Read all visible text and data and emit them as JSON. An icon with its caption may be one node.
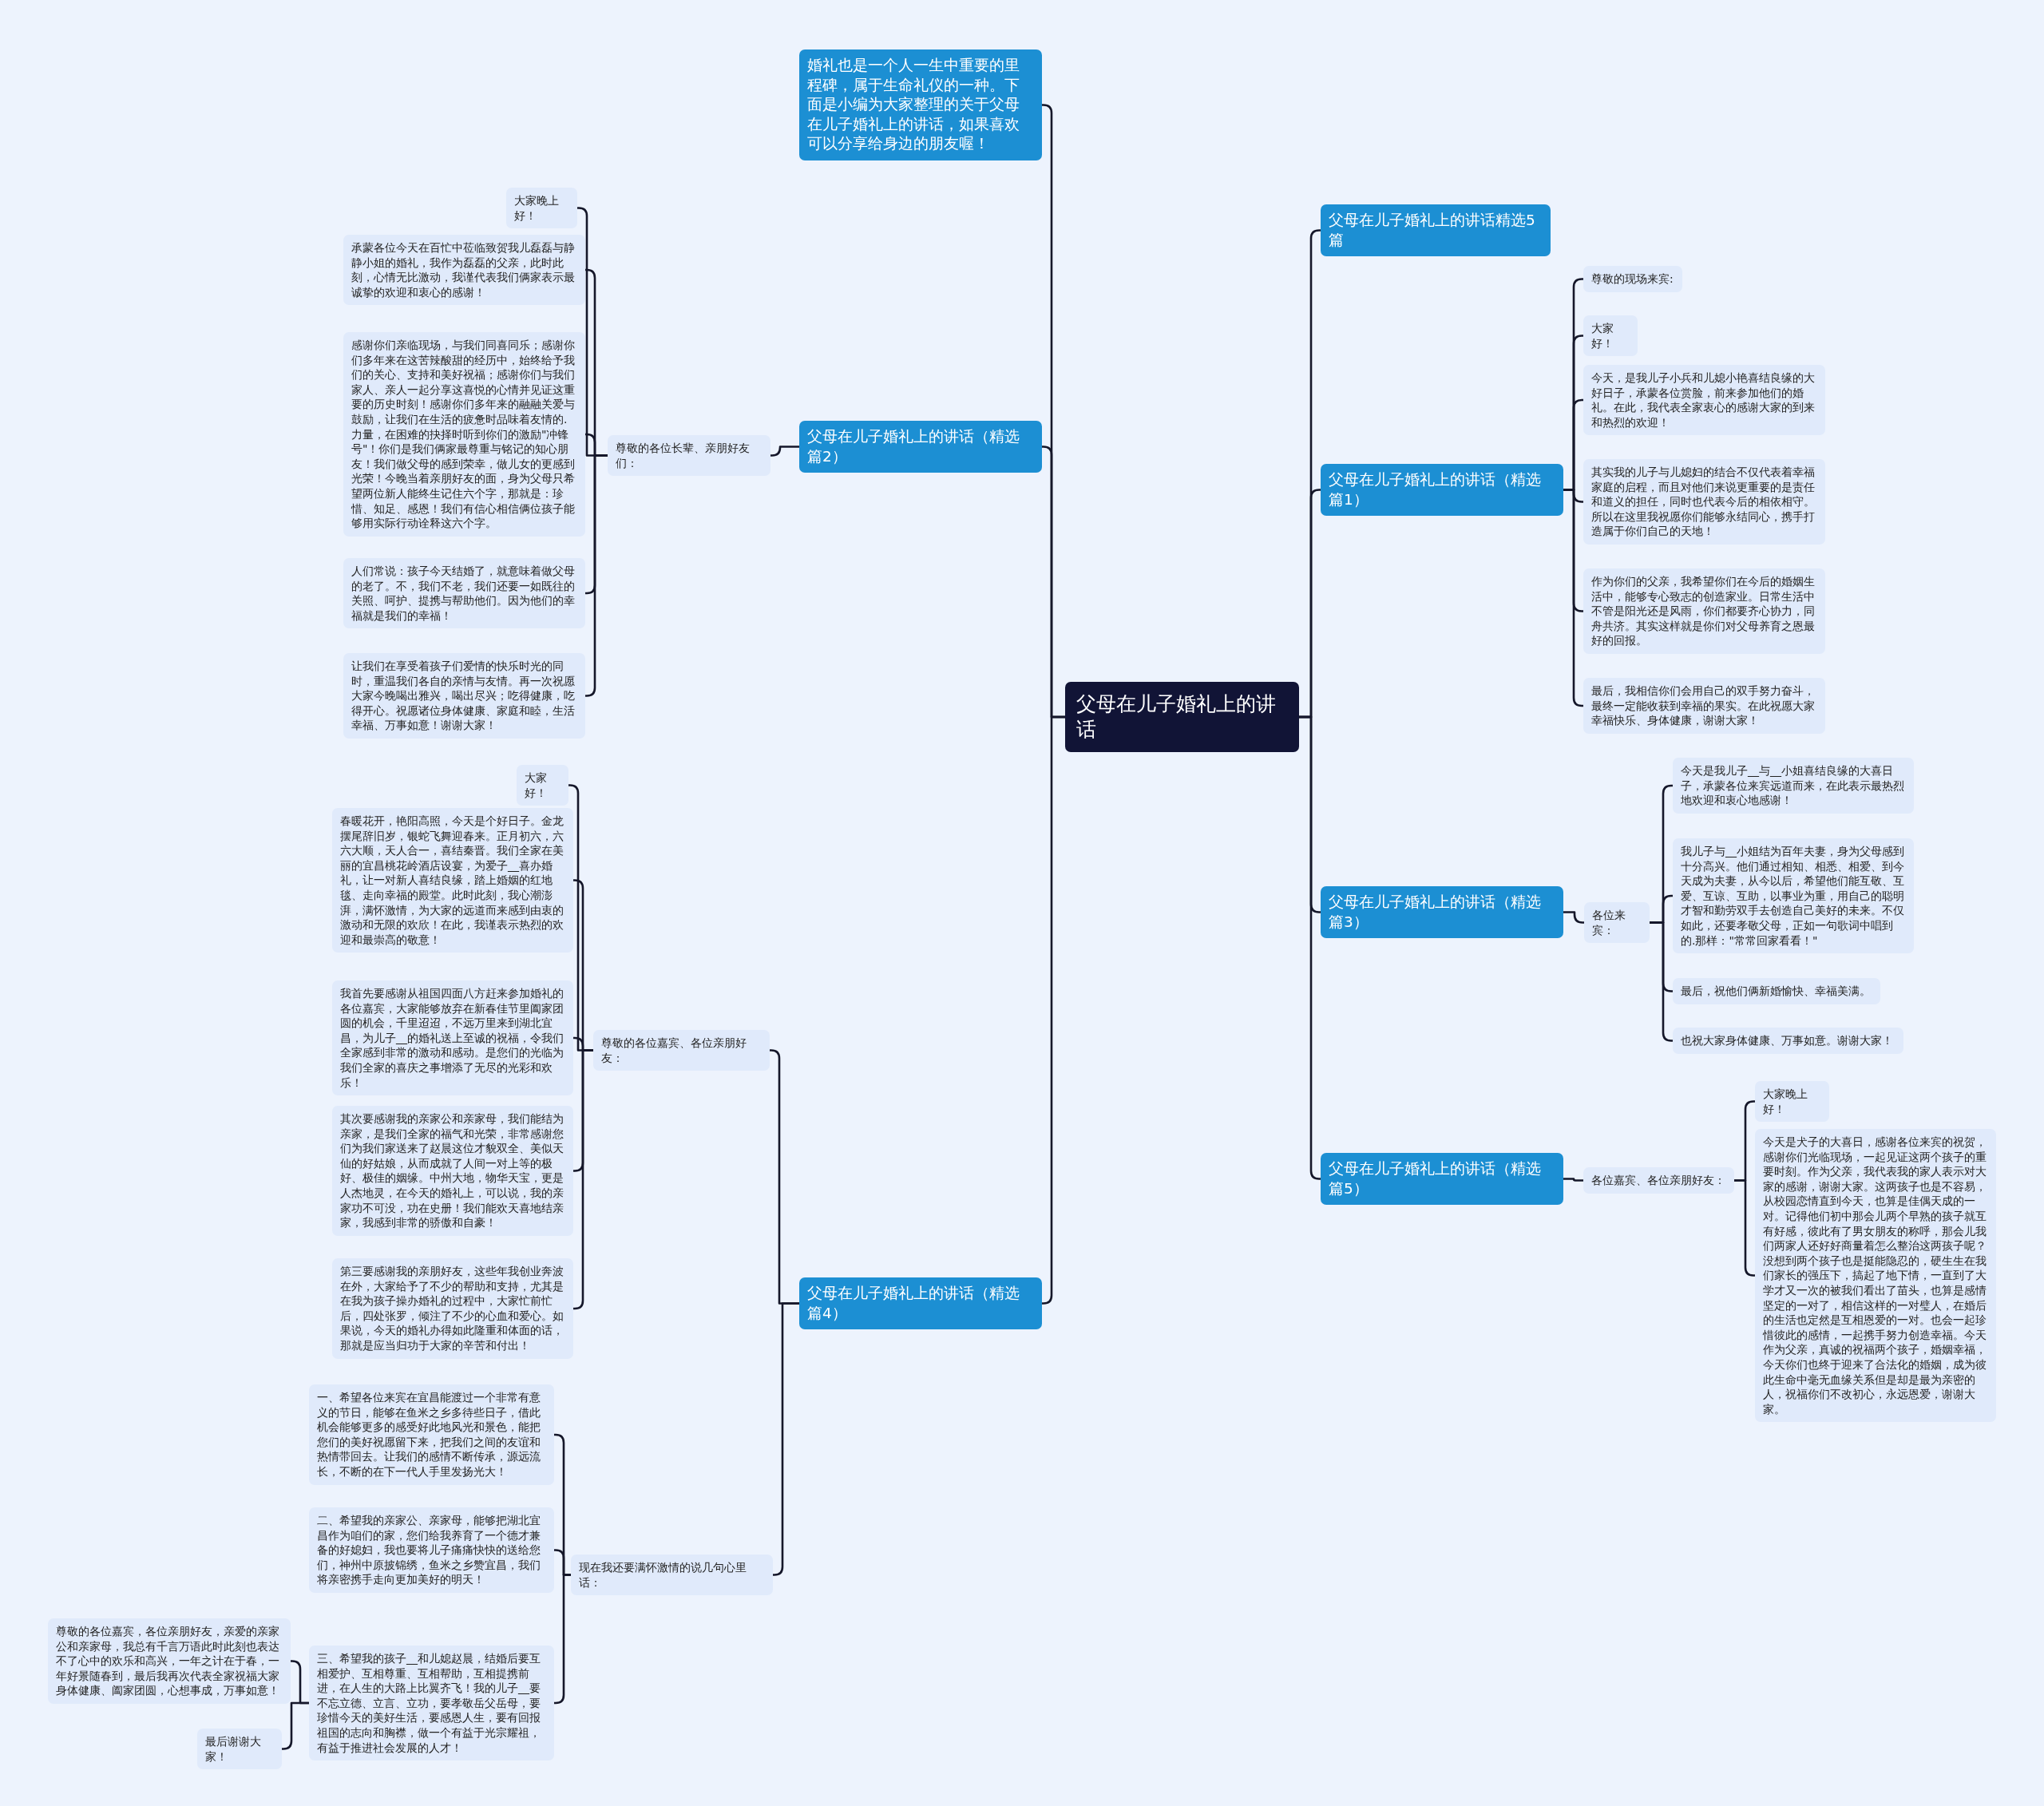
{
  "diagram": {
    "nodes": [
      {
        "text": [
          "父母在儿子婚礼上的讲话"
        ]
      },
      {
        "text": [
          "婚礼也是一个人一生中重要的里程碑，属于生命礼仪的一种。下面是小编为大家整理的关于父母在儿子婚礼上的讲话，如果喜欢可以分享给身边的朋友喔！"
        ]
      },
      {
        "text": [
          "父母在儿子婚礼上的讲话（精选篇2）"
        ]
      },
      {
        "text": [
          "尊敬的各位长辈、亲朋好友们："
        ]
      },
      {
        "text": [
          "大家晚上好！"
        ]
      },
      {
        "text": [
          "承蒙各位今天在百忙中莅临致贺我儿磊磊与静静小姐的婚礼，我作为磊磊的父亲，此时此刻，心情无比激动，我谨代表我们俩家表示最诚挚的欢迎和衷心的感谢！"
        ]
      },
      {
        "text": [
          "感谢你们亲临现场，与我们同喜同乐；感谢你们多年来在这苦辣酸甜的经历中，始终给予我们的关心、支持和美好祝福；感谢你们与我们家人、亲人一起分享这喜悦的心情并见证这重要的历史时刻！感谢你们多年来的融融关爱与鼓励，让我们在生活的疲惫时品味着友情的.力量，在困难的抉择时听到你们的激励\"冲锋号\"！你们是我们俩家最尊重与铭记的知心朋友！我们做父母的感到荣幸，做儿女的更感到光荣！今晚当着亲朋好友的面，身为父母只希望两位新人能终生记住六个字，那就是：珍惜、知足、感恩！我们有信心相信俩位孩子能够用实际行动诠释这六个字。"
        ]
      },
      {
        "text": [
          "人们常说：孩子今天结婚了，就意味着做父母的老了。不，我们不老，我们还要一如既往的关照、呵护、提携与帮助他们。因为他们的幸福就是我们的幸福！"
        ]
      },
      {
        "text": [
          "让我们在享受着孩子们爱情的快乐时光的同时，重温我们各自的亲情与友情。再一次祝愿大家今晚喝出雅兴，喝出尽兴；吃得健康，吃得开心。祝愿诸位身体健康、家庭和睦，生活幸福、万事如意！谢谢大家！"
        ]
      },
      {
        "text": [
          "父母在儿子婚礼上的讲话（精选篇4）"
        ]
      },
      {
        "text": [
          "尊敬的各位嘉宾、各位亲朋好友："
        ]
      },
      {
        "text": [
          "大家好！"
        ]
      },
      {
        "text": [
          "春暖花开，艳阳高照，今天是个好日子。金龙摆尾辞旧岁，银蛇飞舞迎春来。正月初六，六六大顺，天人合一，喜结秦晋。我们全家在美丽的宜昌桃花岭酒店设宴，为爱子__喜办婚礼，让一对新人喜结良缘，踏上婚姻的红地毯、走向幸福的殿堂。此时此刻，我心潮澎湃，满怀激情，为大家的远道而来感到由衷的激动和无限的欢欣！在此，我谨表示热烈的欢迎和最崇高的敬意！"
        ]
      },
      {
        "text": [
          "我首先要感谢从祖国四面八方赶来参加婚礼的各位嘉宾，大家能够放弃在新春佳节里阖家团圆的机会，千里迢迢，不远万里来到湖北宜昌，为儿子__的婚礼送上至诚的祝福，令我们全家感到非常的激动和感动。是您们的光临为我们全家的喜庆之事增添了无尽的光彩和欢乐！"
        ]
      },
      {
        "text": [
          "其次要感谢我的亲家公和亲家母，我们能结为亲家，是我们全家的福气和光荣，非常感谢您们为我们家送来了赵晨这位才貌双全、美似天仙的好姑娘，从而成就了人间一对上等的极好、极佳的姻缘。中州大地，物华天宝，更是人杰地灵，在今天的婚礼上，可以说，我的亲家功不可没，功在史册！我们能欢天喜地结亲家，我感到非常的骄傲和自豪！"
        ]
      },
      {
        "text": [
          "第三要感谢我的亲朋好友，这些年我创业奔波在外，大家给予了不少的帮助和支持，尤其是在我为孩子操办婚礼的过程中，大家忙前忙后，四处张罗，倾注了不少的心血和爱心。如果说，今天的婚礼办得如此隆重和体面的话，那就是应当归功于大家的辛苦和付出！"
        ]
      },
      {
        "text": [
          "现在我还要满怀激情的说几句心里话："
        ]
      },
      {
        "text": [
          "一、希望各位来宾在宜昌能渡过一个非常有意义的节日，能够在鱼米之乡多待些日子，借此机会能够更多的感受好此地风光和景色，能把您们的美好祝愿留下来，把我们之间的友谊和热情带回去。让我们的感情不断传承，源远流长，不断的在下一代人手里发扬光大！"
        ]
      },
      {
        "text": [
          "二、希望我的亲家公、亲家母，能够把湖北宜昌作为咱们的家，您们给我养育了一个德才兼备的好媳妇，我也要将儿子痛痛快快的送给您们，神州中原披锦绣，鱼米之乡赞宜昌，我们将亲密携手走向更加美好的明天！"
        ]
      },
      {
        "text": [
          "三、希望我的孩子__和儿媳赵晨，结婚后要互相爱护、互相尊重、互相帮助，互相提携前进，在人生的大路上比翼齐飞！我的儿子__要不忘立德、立言、立功，要孝敬岳父岳母，要珍惜今天的美好生活，要感恩人生，要有回报祖国的志向和胸襟，做一个有益于光宗耀祖，有益于推进社会发展的人才！"
        ]
      },
      {
        "text": [
          "尊敬的各位嘉宾，各位亲朋好友，亲爱的亲家公和亲家母，我总有千言万语此时此刻也表达不了心中的欢乐和高兴，一年之计在于春，一年好景随春到，最后我再次代表全家祝福大家身体健康、阖家团圆，心想事成，万事如意！"
        ]
      },
      {
        "text": [
          "最后谢谢大家！"
        ]
      },
      {
        "text": [
          "父母在儿子婚礼上的讲话精选5篇"
        ]
      },
      {
        "text": [
          "父母在儿子婚礼上的讲话（精选篇1）"
        ]
      },
      {
        "text": [
          "尊敬的现场来宾:"
        ]
      },
      {
        "text": [
          "大家好！"
        ]
      },
      {
        "text": [
          "今天，是我儿子小兵和儿媳小艳喜结良缘的大好日子，承蒙各位赏脸，前来参加他们的婚礼。在此，我代表全家衷心的感谢大家的到来和热烈的欢迎！"
        ]
      },
      {
        "text": [
          "其实我的儿子与儿媳妇的结合不仅代表着幸福家庭的启程，而且对他们来说更重要的是责任和道义的担任，同时也代表今后的相依相守。所以在这里我祝愿你们能够永结同心，携手打造属于你们自己的天地！"
        ]
      },
      {
        "text": [
          "作为你们的父亲，我希望你们在今后的婚姻生活中，能够专心致志的创造家业。日常生活中不管是阳光还是风雨，你们都要齐心协力，同舟共济。其实这样就是你们对父母养育之恩最好的回报。"
        ]
      },
      {
        "text": [
          "最后，我相信你们会用自己的双手努力奋斗，最终一定能收获到幸福的果实。在此祝愿大家幸福快乐、身体健康，谢谢大家！"
        ]
      },
      {
        "text": [
          "父母在儿子婚礼上的讲话（精选篇3）"
        ]
      },
      {
        "text": [
          "各位来宾："
        ]
      },
      {
        "text": [
          "今天是我儿子__与__小姐喜结良缘的大喜日子，承蒙各位来宾远道而来，在此表示最热烈地欢迎和衷心地感谢！"
        ]
      },
      {
        "text": [
          "我儿子与__小姐结为百年夫妻，身为父母感到十分高兴。他们通过相知、相悉、相爱、到今天成为夫妻，从今以后，希望他们能互敬、互爱、互谅、互助，以事业为重，用自己的聪明才智和勤劳双手去创造自己美好的未来。不仅如此，还要孝敬父母，正如一句歌词中唱到的.那样：\"常常回家看看！\""
        ]
      },
      {
        "text": [
          "最后，祝他们俩新婚愉快、幸福美满。"
        ]
      },
      {
        "text": [
          "也祝大家身体健康、万事如意。谢谢大家！"
        ]
      },
      {
        "text": [
          "父母在儿子婚礼上的讲话（精选篇5）"
        ]
      },
      {
        "text": [
          "各位嘉宾、各位亲朋好友："
        ]
      },
      {
        "text": [
          "大家晚上好！"
        ]
      },
      {
        "text": [
          "今天是犬子的大喜日，感谢各位来宾的祝贺，感谢你们光临现场，一起见证这两个孩子的重要时刻。作为父亲，我代表我的家人表示对大家的感谢，谢谢大家。这两孩子也是不容易，从校园恋情直到今天，也算是佳偶天成的一对。记得他们初中那会儿两个早熟的孩子就互有好感，彼此有了男女朋友的称呼，那会儿我们两家人还好好商量着怎么整治这两孩子呢？没想到两个孩子也是挺能隐忍的，硬生生在我们家长的强压下，搞起了地下情，一直到了大学才又一次的被我们看出了苗头，也算是感情坚定的一对了，相信这样的一对璧人，在婚后的生活也定然是互相恩爱的一对。也会一起珍惜彼此的感情，一起携手努力创造幸福。今天作为父亲，真诚的祝福两个孩子，婚姻幸福，今天你们也终于迎来了合法化的婚姻，成为彼此生命中毫无血缘关系但是却是最为亲密的人，祝福你们不改初心，永远恩爱，谢谢大家。"
        ]
      }
    ],
    "edges": [
      {
        "from": 0,
        "to": 1,
        "arrow": "none"
      },
      {
        "from": 0,
        "to": 2,
        "arrow": "none"
      },
      {
        "from": 2,
        "to": 3,
        "arrow": "none"
      },
      {
        "from": 3,
        "to": 4,
        "arrow": "none"
      },
      {
        "from": 3,
        "to": 5,
        "arrow": "none"
      },
      {
        "from": 3,
        "to": 6,
        "arrow": "none"
      },
      {
        "from": 3,
        "to": 7,
        "arrow": "none"
      },
      {
        "from": 3,
        "to": 8,
        "arrow": "none"
      },
      {
        "from": 0,
        "to": 9,
        "arrow": "none"
      },
      {
        "from": 9,
        "to": 10,
        "arrow": "none"
      },
      {
        "from": 10,
        "to": 11,
        "arrow": "none"
      },
      {
        "from": 10,
        "to": 12,
        "arrow": "none"
      },
      {
        "from": 10,
        "to": 13,
        "arrow": "none"
      },
      {
        "from": 10,
        "to": 14,
        "arrow": "none"
      },
      {
        "from": 10,
        "to": 15,
        "arrow": "none"
      },
      {
        "from": 9,
        "to": 16,
        "arrow": "none"
      },
      {
        "from": 16,
        "to": 17,
        "arrow": "none"
      },
      {
        "from": 16,
        "to": 18,
        "arrow": "none"
      },
      {
        "from": 16,
        "to": 19,
        "arrow": "none"
      },
      {
        "from": 19,
        "to": 20,
        "arrow": "none"
      },
      {
        "from": 19,
        "to": 21,
        "arrow": "none"
      },
      {
        "from": 0,
        "to": 22,
        "arrow": "none"
      },
      {
        "from": 0,
        "to": 23,
        "arrow": "none"
      },
      {
        "from": 23,
        "to": 24,
        "arrow": "none"
      },
      {
        "from": 23,
        "to": 25,
        "arrow": "none"
      },
      {
        "from": 23,
        "to": 26,
        "arrow": "none"
      },
      {
        "from": 23,
        "to": 27,
        "arrow": "none"
      },
      {
        "from": 23,
        "to": 28,
        "arrow": "none"
      },
      {
        "from": 23,
        "to": 29,
        "arrow": "none"
      },
      {
        "from": 0,
        "to": 30,
        "arrow": "none"
      },
      {
        "from": 30,
        "to": 31,
        "arrow": "none"
      },
      {
        "from": 31,
        "to": 32,
        "arrow": "none"
      },
      {
        "from": 31,
        "to": 33,
        "arrow": "none"
      },
      {
        "from": 31,
        "to": 34,
        "arrow": "none"
      },
      {
        "from": 31,
        "to": 35,
        "arrow": "none"
      },
      {
        "from": 0,
        "to": 36,
        "arrow": "none"
      },
      {
        "from": 36,
        "to": 37,
        "arrow": "none"
      },
      {
        "from": 37,
        "to": 38,
        "arrow": "none"
      },
      {
        "from": 37,
        "to": 39,
        "arrow": "none"
      }
    ]
  }
}
